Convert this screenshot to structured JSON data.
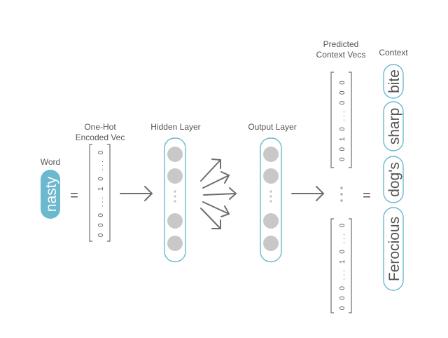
{
  "labels": {
    "word": "Word",
    "onehot": [
      "One-Hot",
      "Encoded Vec"
    ],
    "hidden": "Hidden Layer",
    "output": "Output Layer",
    "predicted": [
      "Predicted",
      "Context Vecs"
    ],
    "context": "Context"
  },
  "word": "nasty",
  "equals": "=",
  "onehot_vector": "0 0 0 ... 1 0 ... 0",
  "predicted_vectors": [
    "0 0 1 0 ... 0 0 0",
    "0 0 0 ... 1 0 ... 0"
  ],
  "context_words": [
    "bite",
    "sharp",
    "dog's",
    "Ferocious"
  ],
  "colors": {
    "accent": "#6bb8cf",
    "node": "#c8c8c8",
    "line": "#6e6e6e",
    "text": "#555555"
  }
}
